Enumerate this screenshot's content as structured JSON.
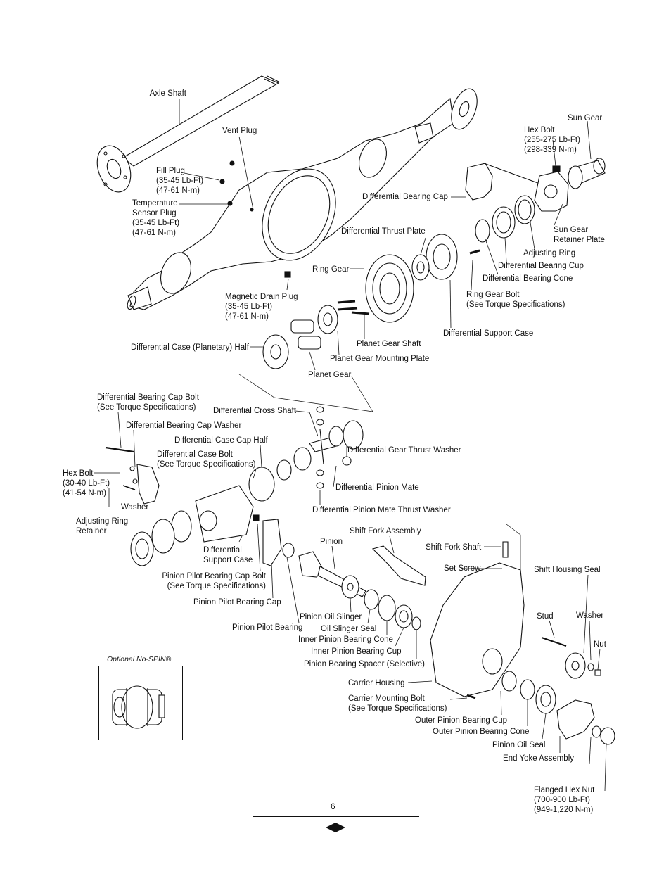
{
  "labels": {
    "axle_shaft": "Axle Shaft",
    "vent_plug": "Vent Plug",
    "fill_plug": "Fill Plug\n(35-45 Lb-Ft)\n(47-61 N-m)",
    "temp_sensor_plug": "Temperature\nSensor Plug\n(35-45 Lb-Ft)\n(47-61 N-m)",
    "magnetic_drain_plug": "Magnetic Drain Plug\n(35-45 Lb-Ft)\n(47-61 N-m)",
    "sun_gear": "Sun Gear",
    "hex_bolt_top": "Hex Bolt\n(255-275 Lb-Ft)\n(298-339 N-m)",
    "diff_bearing_cap": "Differential Bearing Cap",
    "diff_thrust_plate": "Differential Thrust Plate",
    "sun_gear_retainer_plate": "Sun Gear\nRetainer Plate",
    "adjusting_ring": "Adjusting Ring",
    "diff_bearing_cup": "Differential Bearing Cup",
    "diff_bearing_cone": "Differential Bearing Cone",
    "ring_gear": "Ring Gear",
    "ring_gear_bolt": "Ring Gear Bolt\n(See Torque Specifications)",
    "diff_support_case_top": "Differential Support Case",
    "planet_gear_shaft": "Planet Gear Shaft",
    "diff_case_planetary_half": "Differential Case (Planetary) Half",
    "planet_gear_mounting_plate": "Planet Gear Mounting Plate",
    "planet_gear": "Planet Gear",
    "diff_bearing_cap_bolt": "Differential Bearing Cap Bolt\n(See Torque Specifications)",
    "diff_cross_shaft": "Differential Cross Shaft",
    "diff_bearing_cap_washer": "Differential Bearing Cap Washer",
    "diff_case_cap_half": "Differential Case Cap Half",
    "diff_gear_thrust_washer": "Differential Gear Thrust Washer",
    "diff_case_bolt": "Differential Case Bolt\n(See Torque Specifications)",
    "hex_bolt_left": "Hex Bolt\n(30-40 Lb-Ft)\n(41-54 N-m)",
    "diff_pinion_mate": "Differential Pinion Mate",
    "washer_left": "Washer",
    "adjusting_ring_retainer": "Adjusting Ring\nRetainer",
    "diff_pinion_mate_thrust_washer": "Differential Pinion Mate Thrust Washer",
    "shift_fork_assembly": "Shift Fork Assembly",
    "pinion": "Pinion",
    "shift_fork_shaft": "Shift Fork Shaft",
    "diff_support_case_lower": "Differential\nSupport Case",
    "set_screw": "Set Screw",
    "shift_housing_seal": "Shift Housing Seal",
    "pinion_pilot_bearing_cap_bolt": "Pinion Pilot Bearing Cap Bolt\n(See Torque Specifications)",
    "pinion_pilot_bearing_cap": "Pinion Pilot Bearing Cap",
    "pinion_oil_slinger": "Pinion Oil Slinger",
    "stud": "Stud",
    "washer_right": "Washer",
    "pinion_pilot_bearing": "Pinion Pilot Bearing",
    "oil_slinger_seal": "Oil Slinger Seal",
    "inner_pinion_bearing_cone": "Inner Pinion Bearing Cone",
    "nut": "Nut",
    "inner_pinion_bearing_cup": "Inner Pinion Bearing Cup",
    "pinion_bearing_spacer": "Pinion Bearing Spacer (Selective)",
    "carrier_housing": "Carrier Housing",
    "carrier_mounting_bolt": "Carrier Mounting Bolt\n(See Torque Specifications)",
    "outer_pinion_bearing_cup": "Outer Pinion Bearing Cup",
    "outer_pinion_bearing_cone": "Outer Pinion Bearing Cone",
    "pinion_oil_seal": "Pinion Oil Seal",
    "end_yoke_assembly": "End Yoke Assembly",
    "flanged_hex_nut": "Flanged Hex Nut\n(700-900 Lb-Ft)\n(949-1,220 N-m)",
    "optional_nospin": "Optional No-SPIN®"
  },
  "page_number": "6",
  "colors": {
    "ink": "#111111",
    "paper": "#ffffff"
  }
}
